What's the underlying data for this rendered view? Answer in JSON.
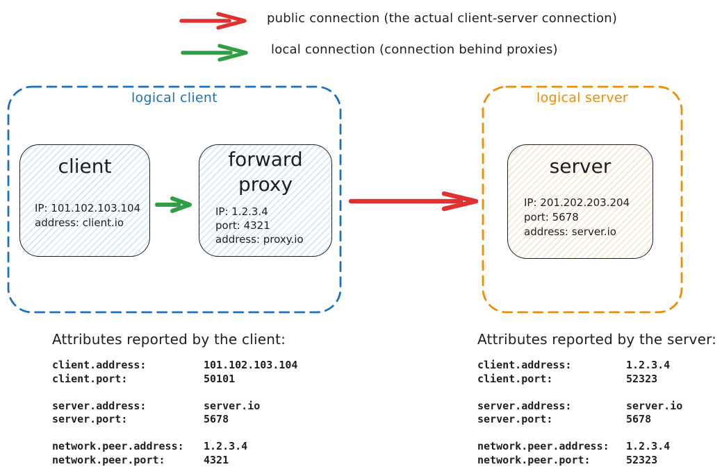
{
  "colors": {
    "red": "#e03131",
    "green": "#2f9e44",
    "blue": "#1971c2",
    "orange": "#f08c00",
    "ink": "#1e1e1e",
    "client-hatch": "#cfe6f8",
    "server-hatch": "#f9e4ca"
  },
  "legend": {
    "public_label": "public connection (the actual client-server connection)",
    "local_label": "local connection (connection behind proxies)"
  },
  "diagram": {
    "logical_client": {
      "label": "logical client",
      "client_node": {
        "title": "client",
        "lines": [
          "IP: 101.102.103.104",
          "address: client.io"
        ]
      },
      "proxy_node": {
        "title": "forward\nproxy",
        "lines": [
          "IP: 1.2.3.4",
          "port: 4321",
          "address: proxy.io"
        ]
      }
    },
    "logical_server": {
      "label": "logical server",
      "server_node": {
        "title": "server",
        "lines": [
          "IP: 201.202.203.204",
          "port: 5678",
          "address: server.io"
        ]
      }
    }
  },
  "attributes_client": {
    "heading": "Attributes reported by the client:",
    "groups": [
      [
        {
          "key": "client.address:",
          "value": "101.102.103.104"
        },
        {
          "key": "client.port:",
          "value": "50101"
        }
      ],
      [
        {
          "key": "server.address:",
          "value": "server.io"
        },
        {
          "key": "server.port:",
          "value": "5678"
        }
      ],
      [
        {
          "key": "network.peer.address:",
          "value": "1.2.3.4"
        },
        {
          "key": "network.peer.port:",
          "value": "4321"
        }
      ]
    ]
  },
  "attributes_server": {
    "heading": "Attributes reported by the server:",
    "groups": [
      [
        {
          "key": "client.address:",
          "value": "1.2.3.4"
        },
        {
          "key": "client.port:",
          "value": "52323"
        }
      ],
      [
        {
          "key": "server.address:",
          "value": "server.io"
        },
        {
          "key": "server.port:",
          "value": "5678"
        }
      ],
      [
        {
          "key": "network.peer.address:",
          "value": "1.2.3.4"
        },
        {
          "key": "network.peer.port:",
          "value": "52323"
        }
      ]
    ]
  }
}
